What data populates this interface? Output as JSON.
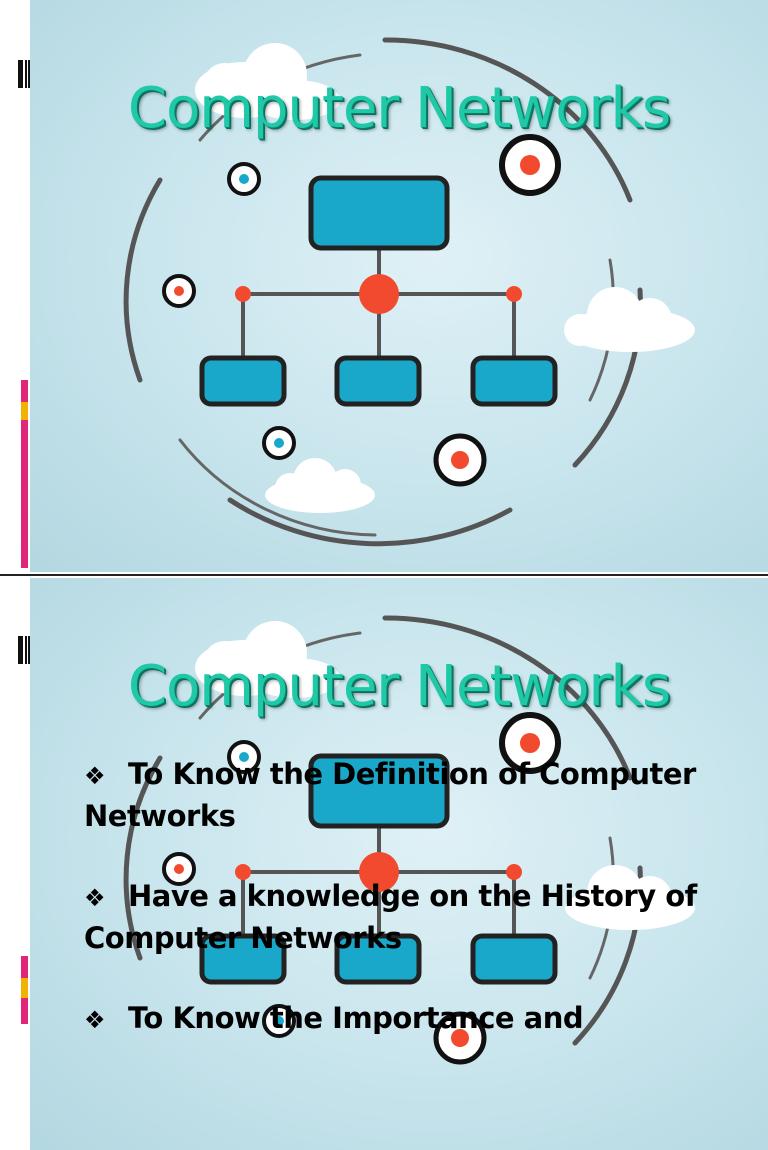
{
  "slides": [
    {
      "title": "Computer Networks"
    },
    {
      "title": "Computer Networks",
      "objectives": [
        "To Know the Definition of Computer Networks",
        "Have a knowledge on the History of Computer Networks",
        "To Know the Importance and"
      ]
    }
  ],
  "bullet_symbol": "❖",
  "colors": {
    "background": "#c7e4ec",
    "title": "#1fc9a8",
    "node_blue": "#19a8c9",
    "node_red": "#f24a2e",
    "accent_pink": "#e0267a",
    "accent_yellow": "#f0b400"
  },
  "icons": [
    "cloud-icon",
    "target-icon",
    "network-diagram-icon",
    "slide-thumbnail-icon"
  ]
}
